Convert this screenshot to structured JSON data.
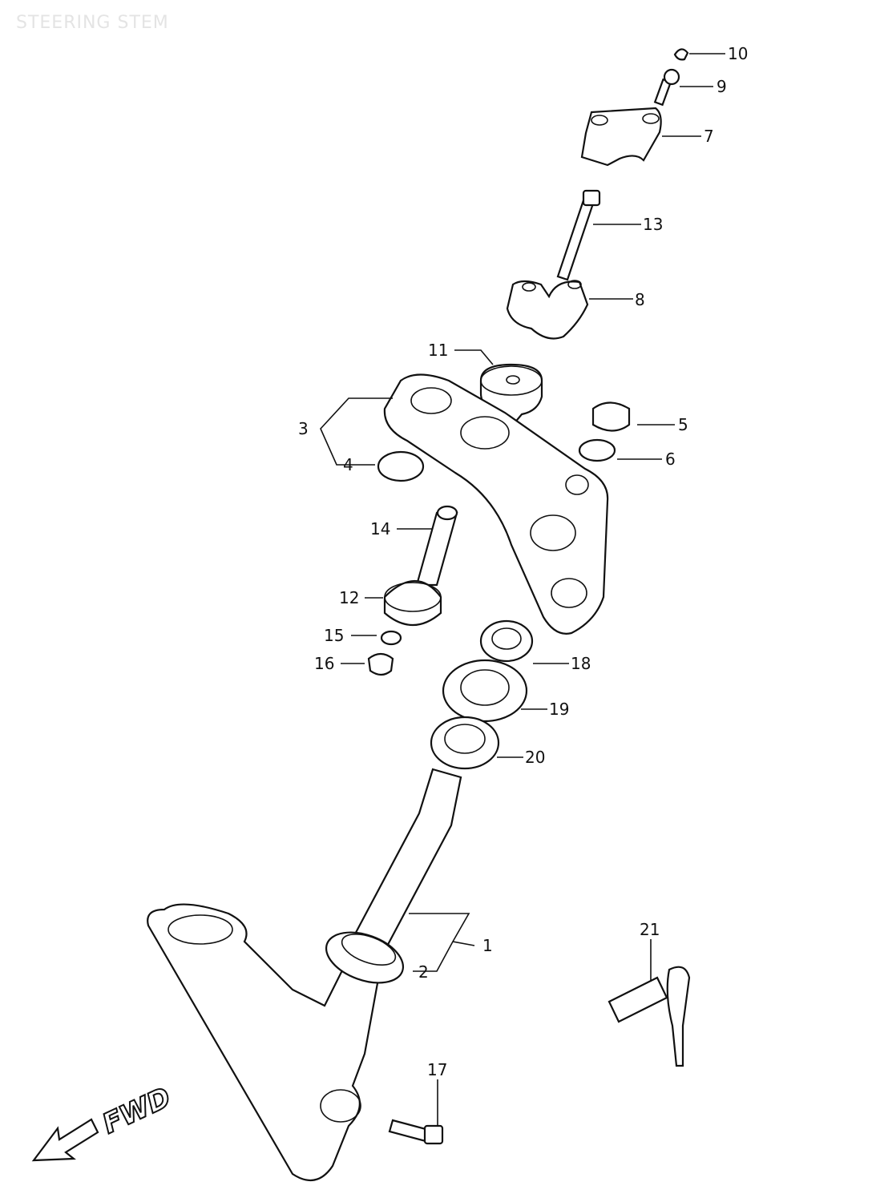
{
  "title": "STEERING STEM",
  "parts": [
    {
      "ref": "1"
    },
    {
      "ref": "2"
    },
    {
      "ref": "3"
    },
    {
      "ref": "4"
    },
    {
      "ref": "5"
    },
    {
      "ref": "6"
    },
    {
      "ref": "7"
    },
    {
      "ref": "8"
    },
    {
      "ref": "9"
    },
    {
      "ref": "10"
    },
    {
      "ref": "11"
    },
    {
      "ref": "12"
    },
    {
      "ref": "13"
    },
    {
      "ref": "14"
    },
    {
      "ref": "15"
    },
    {
      "ref": "16"
    },
    {
      "ref": "17"
    },
    {
      "ref": "18"
    },
    {
      "ref": "19"
    },
    {
      "ref": "20"
    },
    {
      "ref": "21"
    }
  ],
  "direction_label": "FWD"
}
